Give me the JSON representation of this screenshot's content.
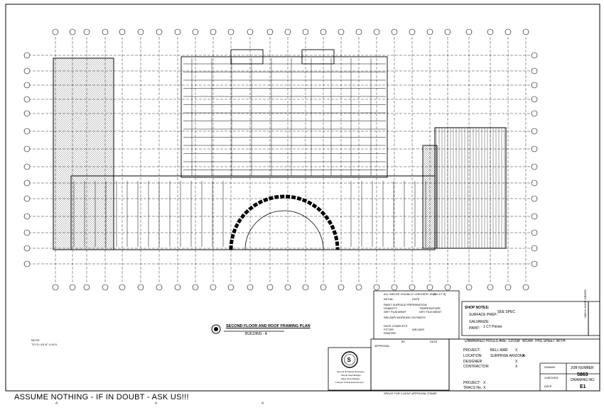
{
  "plan": {
    "title": "SECOND FLOOR AND ROOF FRAMING PLAN",
    "subtitle": "BUILDING - A"
  },
  "notes": {
    "label": "NOTE:",
    "text": "T.O.S.=18'-6\" U.N.O."
  },
  "warning": "ASSUME NOTHING - IF IN DOUBT - ASK US!!!",
  "weld_box": {
    "line1": "ALL WELDS VISUALLY CHECKED 100%",
    "line1_code": "[D1.1/7.5]",
    "initial": "INITIAL",
    "date": "DATE",
    "paint_prep": "PAINT SURFACE PREPARATION",
    "humidity": "HUMIDITY",
    "temperature": "TEMPERATURE",
    "wet_film": "WET FILM MEMT",
    "dry_film": "DRY FILM MEMT",
    "welder": "WELDER WORKING ON PARTS",
    "date_complete": "DATE COMPLETE",
    "fitter": "FITTER",
    "welder_label": "WELDER",
    "painter": "PAINTER"
  },
  "shop_notes": {
    "heading": "SHOP NOTES:",
    "surface_prep": "SURFACE PREP.:",
    "surface_prep_value": "SEE SPEC",
    "galvanize": "GALVANIZE:",
    "paint": "PAINT:",
    "paint_value": "1 CT Primer",
    "unmarked_holes": "UNMARKED HOLES ARE: 13/16Ø",
    "work_this_sheet": "WORK THIS SHEET WITH:"
  },
  "approval": {
    "label": "APPROVAL",
    "by": "BY",
    "date": "DATE",
    "stamp": "SPACE FOR CLIENT APPROVAL STAMP"
  },
  "title_block": {
    "project_label": "PROJECT:",
    "project": "BELL MAR",
    "location_label": "LOCATION:",
    "location": "SURPRISE ARIZONA",
    "designer_label": "DESIGNER:",
    "contractor_label": "CONTRACTOR:",
    "mark": "X",
    "project2_label": "PROJECT:",
    "tracs_label": "TRACS No.",
    "drawn_label": "DRAWN",
    "checked_label": "CHECKED",
    "date_label": "DATE",
    "job_number_label": "JOB NUMBER",
    "job_number": "5863",
    "drawing_no_label": "DRAWING NO.",
    "drawing_no": "E1",
    "side_text": "SEE E-SHOP ORDER"
  },
  "seal_text": [
    "Second Hz Rating Structures",
    "Simple Steel Bridges",
    "Major Steel Bridges",
    "Fracture Critical Endorsement"
  ]
}
